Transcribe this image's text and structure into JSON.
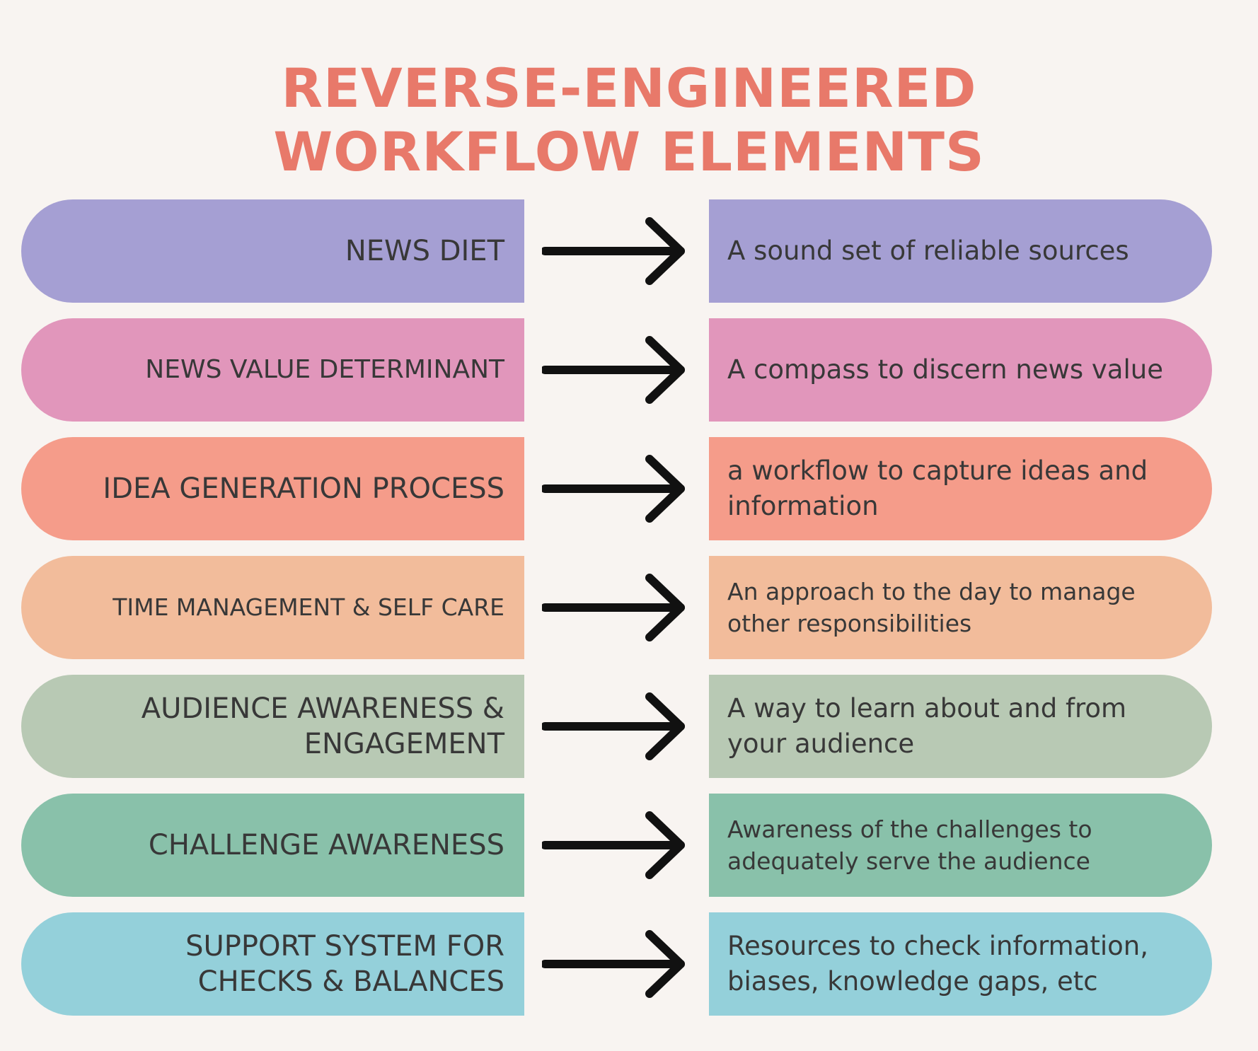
{
  "title": {
    "line1": "REVERSE-ENGINEERED",
    "line2": "WORKFLOW ELEMENTS"
  },
  "rows": [
    {
      "element": "NEWS DIET",
      "description": "A sound set of reliable sources",
      "color": "#a59fd3"
    },
    {
      "element": "NEWS VALUE DETERMINANT",
      "description": "A compass to discern news value",
      "color": "#e196bb"
    },
    {
      "element": "IDEA GENERATION PROCESS",
      "description": "a workflow to capture ideas and information",
      "color": "#f59c8a"
    },
    {
      "element": "TIME MANAGEMENT & SELF CARE",
      "description": "An approach to the day to manage other responsibilities",
      "color": "#f2bc9b"
    },
    {
      "element": "AUDIENCE AWARENESS & ENGAGEMENT",
      "description": "A way to learn about and from your audience",
      "color": "#b8c9b4"
    },
    {
      "element": "CHALLENGE AWARENESS",
      "description": "Awareness of the challenges to adequately serve the audience",
      "color": "#89c1aa"
    },
    {
      "element": "SUPPORT SYSTEM FOR CHECKS & BALANCES",
      "description": "Resources to check information, biases, knowledge gaps, etc",
      "color": "#94d0da"
    }
  ],
  "arrow_icon": "right-arrow-icon",
  "colors": {
    "title": "#e8796a",
    "text": "#383838",
    "arrow": "#111111",
    "background": "#f8f4f1"
  }
}
